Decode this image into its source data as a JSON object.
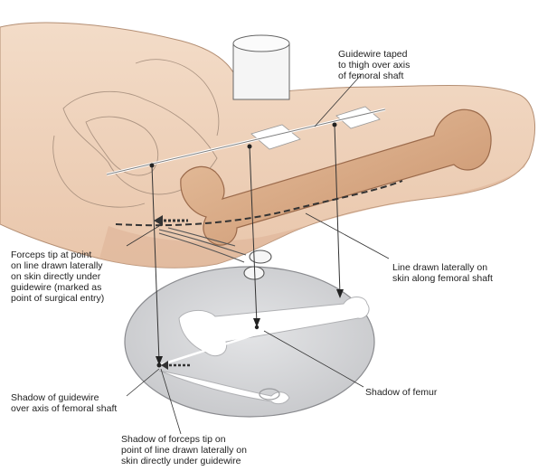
{
  "labels": {
    "guidewire_taped": [
      "Guidewire taped",
      "to thigh over axis",
      "of femoral shaft"
    ],
    "forceps_tip": [
      "Forceps tip at point",
      "on line drawn laterally",
      "on skin directly under",
      "guidewire (marked as",
      "point of surgical entry)"
    ],
    "line_drawn": [
      "Line drawn laterally on",
      "skin along femoral shaft"
    ],
    "shadow_femur": [
      "Shadow of femur"
    ],
    "shadow_guidewire": [
      "Shadow of guidewire",
      "over axis of femoral shaft"
    ],
    "shadow_forceps": [
      "Shadow of forceps tip on",
      "point of line drawn laterally on",
      "skin directly under guidewire"
    ]
  },
  "colors": {
    "skin": "#efd3bc",
    "skin_shadow": "#d9b397",
    "bone": "#dcae8a",
    "bone_dark": "#b98461",
    "plate": "#d2d3d6",
    "plate_edge": "#8a8b8f",
    "line": "#333333"
  }
}
